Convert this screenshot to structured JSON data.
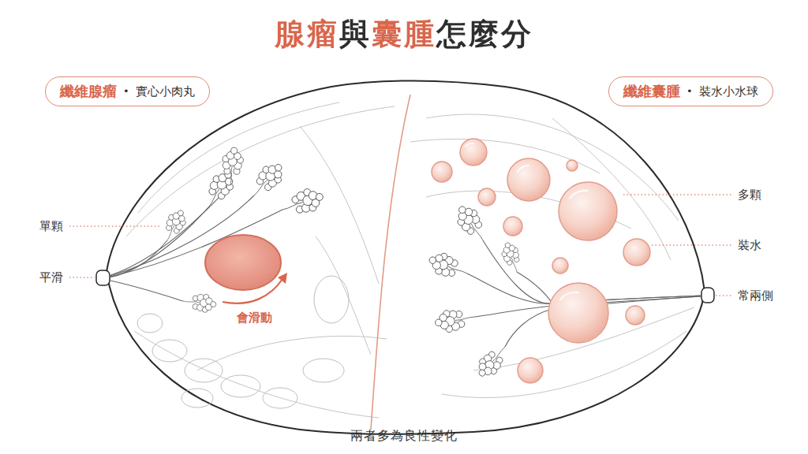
{
  "diagram": {
    "title": "腺瘤與囊腫怎麼分",
    "caption": "兩者多為良性變化",
    "nodes": [
      {
        "text": [
          "纖維腺瘤",
          "•",
          "實心小肉丸"
        ]
      },
      {
        "text": [
          "纖維囊腫",
          "•",
          "裝水小水球"
        ]
      }
    ],
    "labels": [
      "單顆",
      "平滑",
      "會滑動",
      "多顆",
      "裝水",
      "常兩側"
    ]
  }
}
